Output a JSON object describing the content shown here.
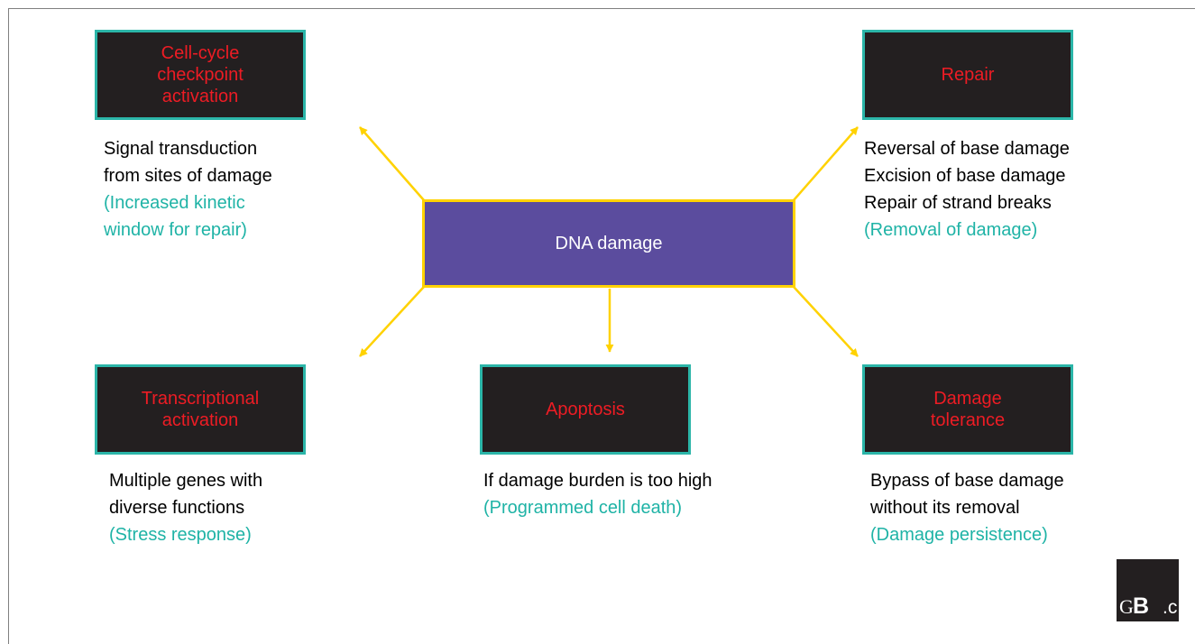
{
  "center": {
    "label": "DNA damage"
  },
  "nodes": {
    "checkpoint": {
      "title": "Cell-cycle\ncheckpoint\nactivation",
      "lines": [
        "Signal transduction",
        "from sites of damage"
      ],
      "outcome_lines": [
        "(Increased kinetic",
        "window for repair)"
      ]
    },
    "repair": {
      "title": "Repair",
      "lines": [
        "Reversal of base damage",
        "Excision of base damage",
        "Repair of strand breaks"
      ],
      "outcome_lines": [
        "(Removal of damage)"
      ]
    },
    "transcription": {
      "title": "Transcriptional\nactivation",
      "lines": [
        "Multiple genes with",
        "diverse functions"
      ],
      "outcome_lines": [
        "(Stress response)"
      ]
    },
    "apoptosis": {
      "title": "Apoptosis",
      "lines": [
        "If damage burden is too high"
      ],
      "outcome_lines": [
        "(Programmed cell death)"
      ]
    },
    "tolerance": {
      "title": "Damage\ntolerance",
      "lines": [
        "Bypass of base damage",
        "without its removal"
      ],
      "outcome_lines": [
        "(Damage persistence)"
      ]
    }
  },
  "logo": {
    "g": "G",
    "b": "B",
    "c": ".c"
  },
  "colors": {
    "box_fill": "#231f20",
    "box_border": "#2bb5a8",
    "box_text": "#ed1c24",
    "center_fill": "#5b4c9e",
    "arrow": "#ffd200",
    "outcome_text": "#1fb3a6"
  }
}
